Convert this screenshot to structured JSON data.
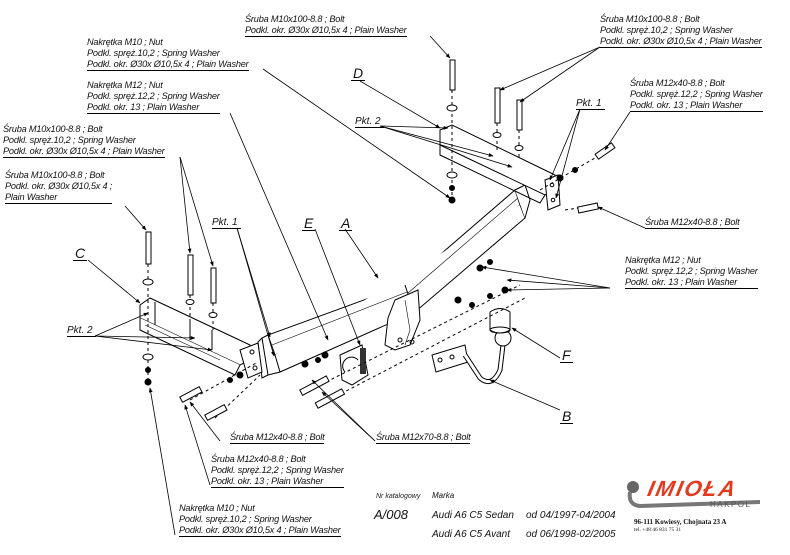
{
  "diagram": {
    "type": "exploded-assembly",
    "title_block": {
      "catalog_number_header": "Nr katalogowy",
      "catalog_number": "A/008",
      "make_header": "Marka",
      "models": [
        {
          "name": "Audi A6 C5 Sedan",
          "period": "od  04/1997-04/2004"
        },
        {
          "name": "Audi A6 C5 Avant",
          "period": "od 06/1998-02/2005"
        }
      ]
    },
    "company": {
      "logo": "IMIOŁA",
      "sub_brand": "HAKPOL",
      "address": "96-111 Kowiesy, Chojnata 23 A",
      "phone": "tel. +48 46 831 75 31",
      "brand_color": "#e23a1e"
    },
    "part_letters": [
      "A",
      "B",
      "C",
      "D",
      "E",
      "F"
    ],
    "points": {
      "pkt1": "Pkt. 1",
      "pkt2": "Pkt. 2"
    },
    "callouts": {
      "top_center_bolt": [
        "Śruba M10x100-8.8 ;  Bolt",
        "Podkl. okr.  Ø30x Ø10,5x 4 ; Plain Washer"
      ],
      "top_right_bolt": [
        "Śruba M10x100-8.8 ;  Bolt",
        "Podkl. spręż.10,2 ; Spring Washer",
        "Podkl. okr.  Ø30x Ø10,5x 4 ; Plain Washer"
      ],
      "top_left_nut_m10": [
        "Nakrętka  M10 ; Nut",
        "Podkl. spręż.10,2 ; Spring Washer",
        "Podkl. okr.  Ø30x Ø10,5x 4 ; Plain Washer"
      ],
      "top_left_nut_m12": [
        "Nakrętka  M12 ; Nut",
        "Podkl. spręż.12,2 ; Spring Washer",
        "Podkl. okr. 13 ; Plain Washer"
      ],
      "left_bolt_full": [
        "Śruba M10x100-8.8 ;  Bolt",
        "Podkl. spręż.10,2 ; Spring Washer",
        "Podkl. okr.  Ø30x Ø10,5x 4 ; Plain Washer"
      ],
      "left_bolt_plain": [
        "Śruba M10x100-8.8 ;  Bolt",
        "Podkl. okr.  Ø30x Ø10,5x 4 ;",
        "Plain Washer"
      ],
      "right_bolt_m12_full": [
        "Śruba M12x40-8.8 ;  Bolt",
        "Podkl. spręż.12,2 ; Spring Washer",
        "Podkl. okr. 13 ; Plain Washer"
      ],
      "right_bolt_m12": [
        "Śruba M12x40-8.8 ;  Bolt"
      ],
      "right_nut_m12": [
        "Nakrętka  M12 ; Nut",
        "Podkl. spręż.12,2 ; Spring Washer",
        "Podkl. okr. 13 ; Plain Washer"
      ],
      "bottom_bolt_m12x40": [
        "Śruba M12x40-8.8 ;  Bolt"
      ],
      "bottom_bolt_m12x70": [
        "Śruba M12x70-8.8 ;  Bolt"
      ],
      "bottom_bolt_m12_full": [
        "Śruba M12x40-8.8 ;  Bolt",
        "Podkl. spręż.12,2 ; Spring Washer",
        "Podkl. okr. 13 ; Plain Washer"
      ],
      "bottom_nut_m10": [
        "Nakrętka  M10 ; Nut",
        "Podkl. spręż.10,2 ; Spring Washer",
        "Podkl. okr.  Ø30x Ø10,5x 4 ; Plain Washer"
      ]
    }
  }
}
